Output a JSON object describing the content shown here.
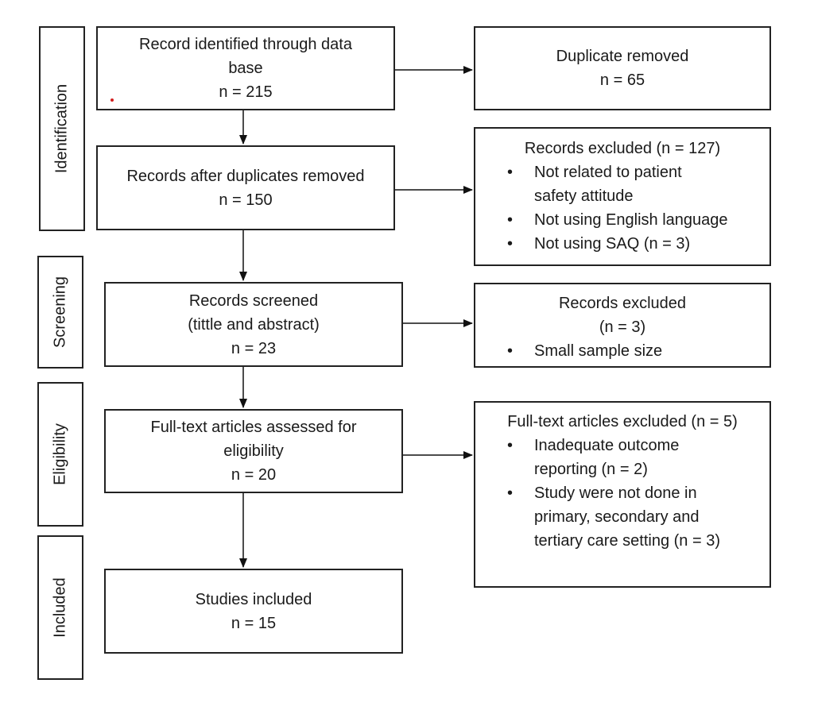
{
  "stages": [
    {
      "id": "identification",
      "label": "Identification"
    },
    {
      "id": "screening",
      "label": "Screening"
    },
    {
      "id": "eligibility",
      "label": "Eligibility"
    },
    {
      "id": "included",
      "label": "Included"
    }
  ],
  "main_boxes": {
    "identified": {
      "line1": "Record identified through data",
      "line2": "base",
      "line3": "n = 215"
    },
    "after_duplicates": {
      "line1": "Records after duplicates removed",
      "line2": "n = 150"
    },
    "screened": {
      "line1": "Records screened",
      "line2": "(tittle and abstract)",
      "line3": "n = 23"
    },
    "full_text": {
      "line1": "Full-text articles assessed for",
      "line2": "eligibility",
      "line3": "n = 20"
    },
    "included": {
      "line1": "Studies included",
      "line2": "n = 15"
    }
  },
  "side_boxes": {
    "duplicate": {
      "line1": "Duplicate removed",
      "line2": "n = 65"
    },
    "excluded_1": {
      "heading": "Records excluded (n = 127)",
      "items": [
        {
          "l1": "Not related to patient",
          "l2": "safety attitude"
        },
        {
          "l1": "Not using English language"
        },
        {
          "l1": "Not using SAQ (n = 3)"
        }
      ]
    },
    "excluded_2": {
      "heading": "Records excluded",
      "subheading": "(n = 3)",
      "items": [
        {
          "l1": "Small sample size"
        }
      ]
    },
    "excluded_3": {
      "heading": "Full-text articles excluded (n = 5)",
      "items": [
        {
          "l1": "Inadequate outcome",
          "l2": "reporting (n = 2)"
        },
        {
          "l1": "Study were not done in",
          "l2": "primary, secondary and",
          "l3": "tertiary care setting (n = 3)"
        }
      ]
    }
  }
}
